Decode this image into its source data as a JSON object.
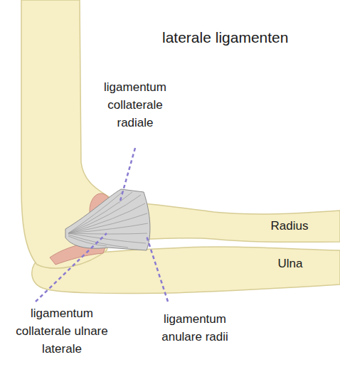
{
  "diagram": {
    "title": "laterale ligamenten",
    "labels": [
      "ligamentum collaterale radiale",
      "Radius",
      "Ulna",
      "ligamentum collaterale ulnare laterale",
      "ligamentum anulare radii"
    ]
  }
}
